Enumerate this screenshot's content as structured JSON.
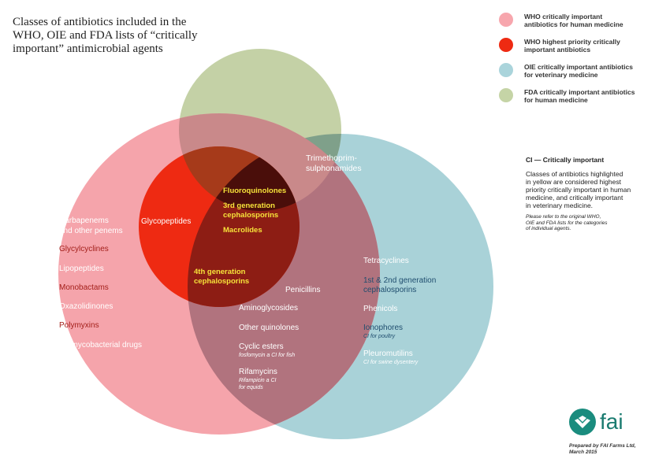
{
  "title": [
    "Classes of antibiotics included in the",
    "WHO, OIE and FDA lists of “critically",
    "important” antimicrobial agents"
  ],
  "legend": [
    {
      "lines": [
        "WHO critically important",
        "antibiotics for human medicine"
      ],
      "color": "#f7a6ad"
    },
    {
      "lines": [
        "WHO highest priority critically",
        "important antibiotics"
      ],
      "color": "#ee2a12"
    },
    {
      "lines": [
        "OIE critically important antibiotics",
        "for veterinary medicine"
      ],
      "color": "#aad4db"
    },
    {
      "lines": [
        "FDA critically important antibiotics",
        "for human medicine"
      ],
      "color": "#c5d4a6"
    }
  ],
  "ci": {
    "heading": "CI — Critically important",
    "body": [
      "Classes of antibiotics highlighted",
      "in yellow are considered highest",
      "priority critically important in human",
      "medicine, and critically important",
      "in veterinary medicine."
    ],
    "note": [
      "Please refer to the original WHO,",
      "OIE and FDA lists for the categories",
      "of individual agents."
    ]
  },
  "labels": {
    "trimethoprim": [
      "Trimethoprim-",
      "sulphonamides"
    ],
    "fluoroquinolones": "Fluoroquinolones",
    "third_gen": [
      "3rd generation",
      "cephalosporins"
    ],
    "macrolides": "Macrolides",
    "glycopeptides": "Glycopeptides",
    "fourth_gen": [
      "4th generation",
      "cephalosporins"
    ],
    "penicillins": "Penicillins",
    "carbapenems": [
      "Carbapenems",
      "and other penems"
    ],
    "glycylcyclines": "Glycylcyclines",
    "lipopeptides": "Lipopeptides",
    "monobactams": "Monobactams",
    "oxazolidinones": "Oxazolidinones",
    "polymyxins": "Polymyxins",
    "tb": "TB/mycobacterial drugs",
    "aminoglycosides": "Aminoglycosides",
    "other_quinolones": "Other quinolones",
    "cyclic_esters": "Cyclic esters",
    "cyclic_note": "fosfomycin a CI for fish",
    "rifamycins": "Rifamycins",
    "rifamycin_note": [
      "Rifampicin a CI",
      "for equids"
    ],
    "tetracyclines": "Tetracyclines",
    "first_second_gen": [
      "1st & 2nd generation",
      "cephalosporins"
    ],
    "phenicols": "Phenicols",
    "ionophores": "Ionophores",
    "ionophores_note": "CI for poultry",
    "pleuromutilins": "Pleuromutilins",
    "pleuromutilins_note": "CI for swine dysentery"
  },
  "logo": {
    "text": "fai",
    "icon": "fai-leaf-icon"
  },
  "credit": [
    "Prepared by FAI Farms Ltd,",
    "March 2015"
  ]
}
